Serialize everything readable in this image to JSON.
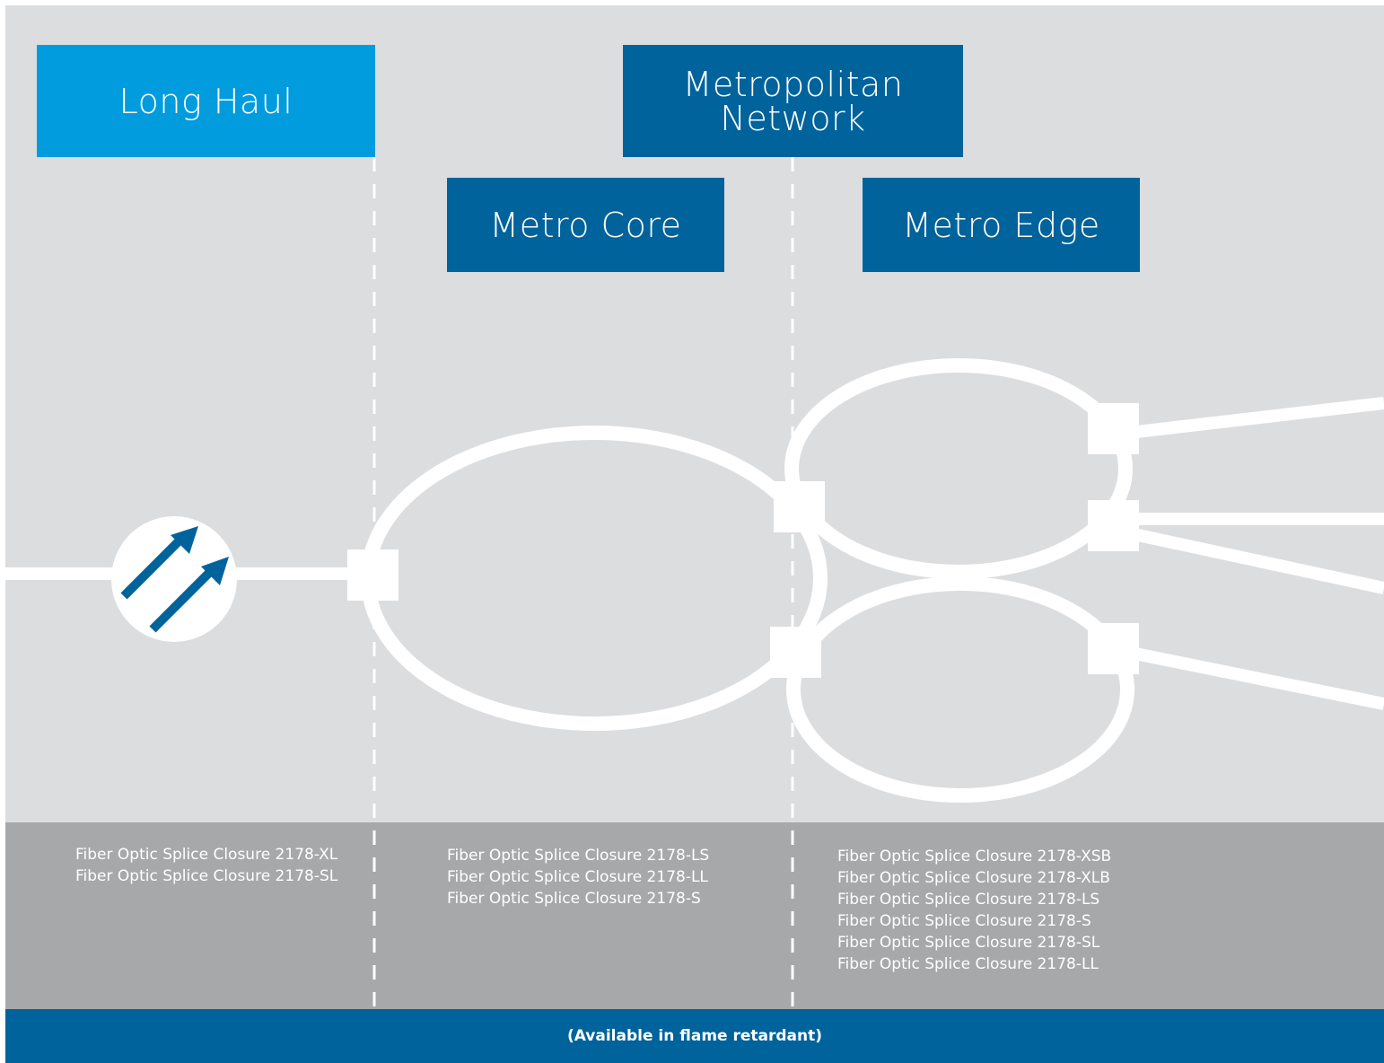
{
  "headers": {
    "long_haul": "Long Haul",
    "metro_network_line1": "Metropolitan",
    "metro_network_line2": "Network",
    "metro_core": "Metro Core",
    "metro_edge": "Metro Edge"
  },
  "products": {
    "long_haul": [
      "Fiber Optic Splice Closure 2178-XL",
      "Fiber Optic Splice Closure 2178-SL"
    ],
    "metro_core": [
      "Fiber Optic Splice Closure 2178-LS",
      "Fiber Optic Splice Closure 2178-LL",
      "Fiber Optic Splice Closure 2178-S"
    ],
    "metro_edge": [
      "Fiber Optic Splice Closure 2178-XSB",
      "Fiber Optic Splice Closure 2178-XLB",
      "Fiber Optic Splice Closure 2178-LS",
      "Fiber Optic Splice Closure 2178-S",
      "Fiber Optic Splice Closure 2178-SL",
      "Fiber Optic Splice Closure 2178-LL"
    ]
  },
  "footer": "(Available in flame retardant)",
  "colors": {
    "panel": "#dcdddf",
    "lower_band": "#a7a8aa",
    "light_blue": "#009cde",
    "dark_blue": "#00639b",
    "line": "#ffffff"
  },
  "icons": {
    "amplifier": "double-arrow-icon"
  }
}
